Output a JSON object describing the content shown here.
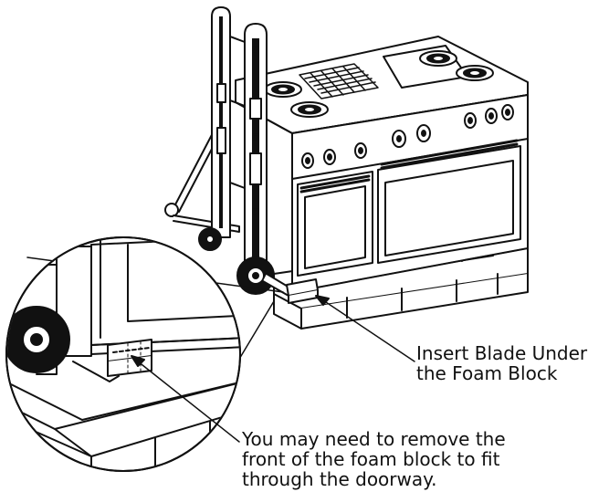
{
  "callouts": {
    "blade_line1": "Insert Blade Under",
    "blade_line2": "the Foam Block",
    "foam_line1": "You may need to remove the",
    "foam_line2": "front of the foam block to fit",
    "foam_line3": "through the doorway."
  },
  "colors": {
    "ink": "#111111",
    "paper": "#ffffff",
    "shade": "#d8d8d8"
  }
}
